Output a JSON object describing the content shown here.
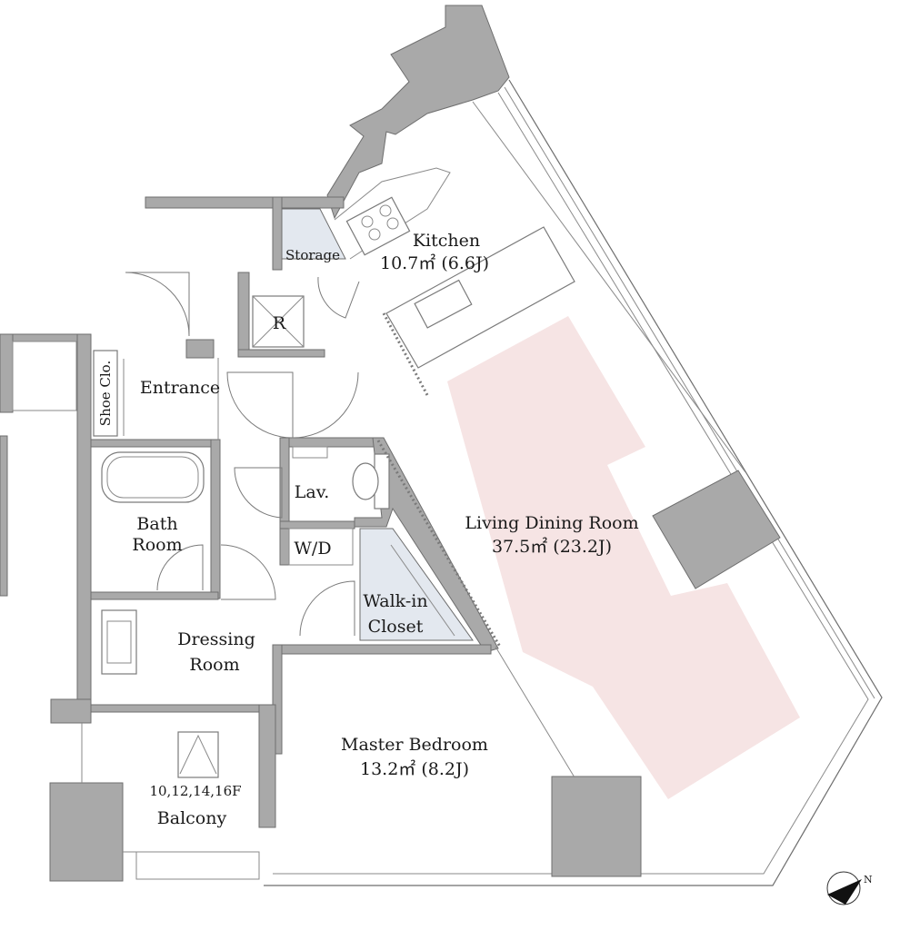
{
  "plan": {
    "rooms": {
      "kitchen": {
        "name": "Kitchen",
        "area": "10.7㎡ (6.6J)"
      },
      "storage": {
        "name": "Storage"
      },
      "fridge": {
        "name": "R"
      },
      "entrance": {
        "name": "Entrance"
      },
      "shoe_closet": {
        "name": "Shoe Clo."
      },
      "bath": {
        "line1": "Bath",
        "line2": "Room"
      },
      "lavatory": {
        "name": "Lav."
      },
      "washer_dryer": {
        "name": "W/D"
      },
      "walk_in_closet": {
        "line1": "Walk-in",
        "line2": "Closet"
      },
      "living": {
        "name": "Living Dining Room",
        "area": "37.5㎡ (23.2J)"
      },
      "dressing": {
        "line1": "Dressing",
        "line2": "Room"
      },
      "master_bedroom": {
        "name": "Master Bedroom",
        "area": "13.2㎡ (8.2J)"
      },
      "balcony": {
        "floors": "10,12,14,16F",
        "name": "Balcony"
      }
    },
    "compass": {
      "label": "N"
    },
    "colors": {
      "wall": "#a9a9a9",
      "closet_fill": "#e3e8ef",
      "living_highlight": "#f6e4e4"
    }
  }
}
